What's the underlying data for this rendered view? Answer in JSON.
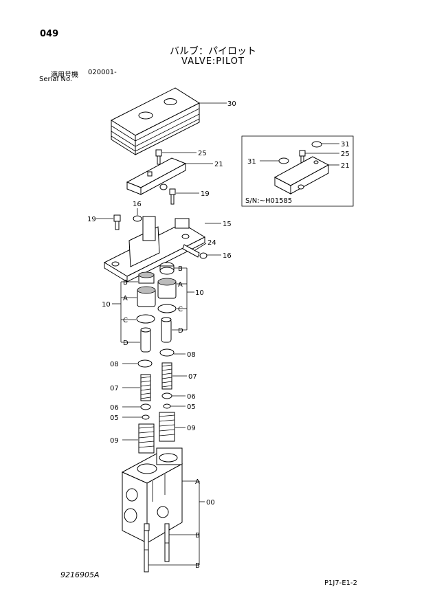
{
  "header": {
    "page_number": "049",
    "title_jp": "バルブ：パイロット",
    "title_en": "VALVE:PILOT",
    "serial_label_jp": "適用号機",
    "serial_label_en": "Serial No.",
    "serial_value": "020001-"
  },
  "footer": {
    "drawing_number": "9216905A",
    "page_code": "P1J7-E1-2"
  },
  "inset": {
    "note": "S/N:~H01585"
  },
  "callouts": {
    "c30": "30",
    "c25": "25",
    "c21": "21",
    "c19a": "19",
    "c19b": "19",
    "c16a": "16",
    "c16b": "16",
    "c15": "15",
    "c24": "24",
    "c10a": "10",
    "c10b": "10",
    "cA1": "A",
    "cA2": "A",
    "cA3": "A",
    "cB1": "B",
    "cB2": "B",
    "cB3": "B",
    "cB4": "B",
    "cC1": "C",
    "cC2": "C",
    "cD1": "D",
    "cD2": "D",
    "c08a": "08",
    "c08b": "08",
    "c07a": "07",
    "c07b": "07",
    "c06a": "06",
    "c06b": "06",
    "c05a": "05",
    "c05b": "05",
    "c09a": "09",
    "c09b": "09",
    "c00": "00",
    "i31a": "31",
    "i31b": "31",
    "i25": "25",
    "i21": "21"
  }
}
